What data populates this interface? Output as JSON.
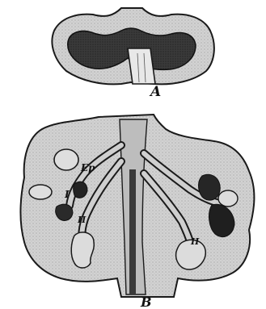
{
  "figure": {
    "panels": [
      {
        "id": "A",
        "label": "A"
      },
      {
        "id": "B",
        "label": "B"
      }
    ],
    "annotations": {
      "ep": "Ep",
      "i": "I",
      "ii_left": "II",
      "ii_right": "II"
    },
    "colors": {
      "background": "#ffffff",
      "organ_fill": "#cfcfcf",
      "cavity_fill": "#2c2c2c",
      "outline": "#1a1a1a"
    }
  }
}
